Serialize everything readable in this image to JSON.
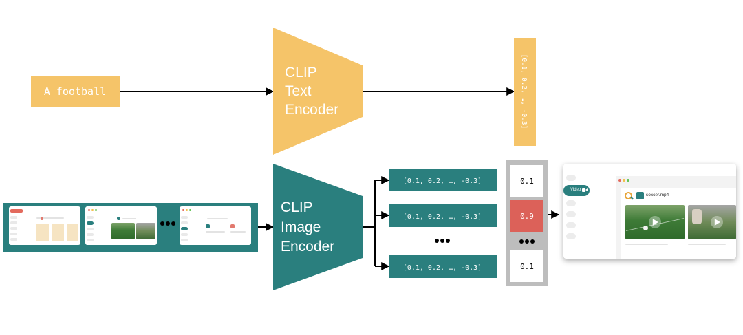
{
  "text_query": "A football",
  "text_encoder": {
    "line1": "CLIP",
    "line2": "Text",
    "line3": "Encoder"
  },
  "text_embedding": "[0.1, 0.2, …, -0.3]",
  "image_encoder": {
    "line1": "CLIP",
    "line2": "Image",
    "line3": "Encoder"
  },
  "image_embeddings": [
    "[0.1, 0.2, …, -0.3]",
    "[0.1, 0.2, …, -0.3]",
    "[0.1, 0.2, …, -0.3]"
  ],
  "scores": [
    "0.1",
    "0.9",
    "0.1"
  ],
  "result": {
    "sidebar_label": "Video",
    "file_name": "soccer.mp4"
  },
  "colors": {
    "text_branch": "#f5c469",
    "image_branch": "#2a7f7e",
    "score_box": "#bdbdbd",
    "score_highlight": "#dc6159"
  }
}
